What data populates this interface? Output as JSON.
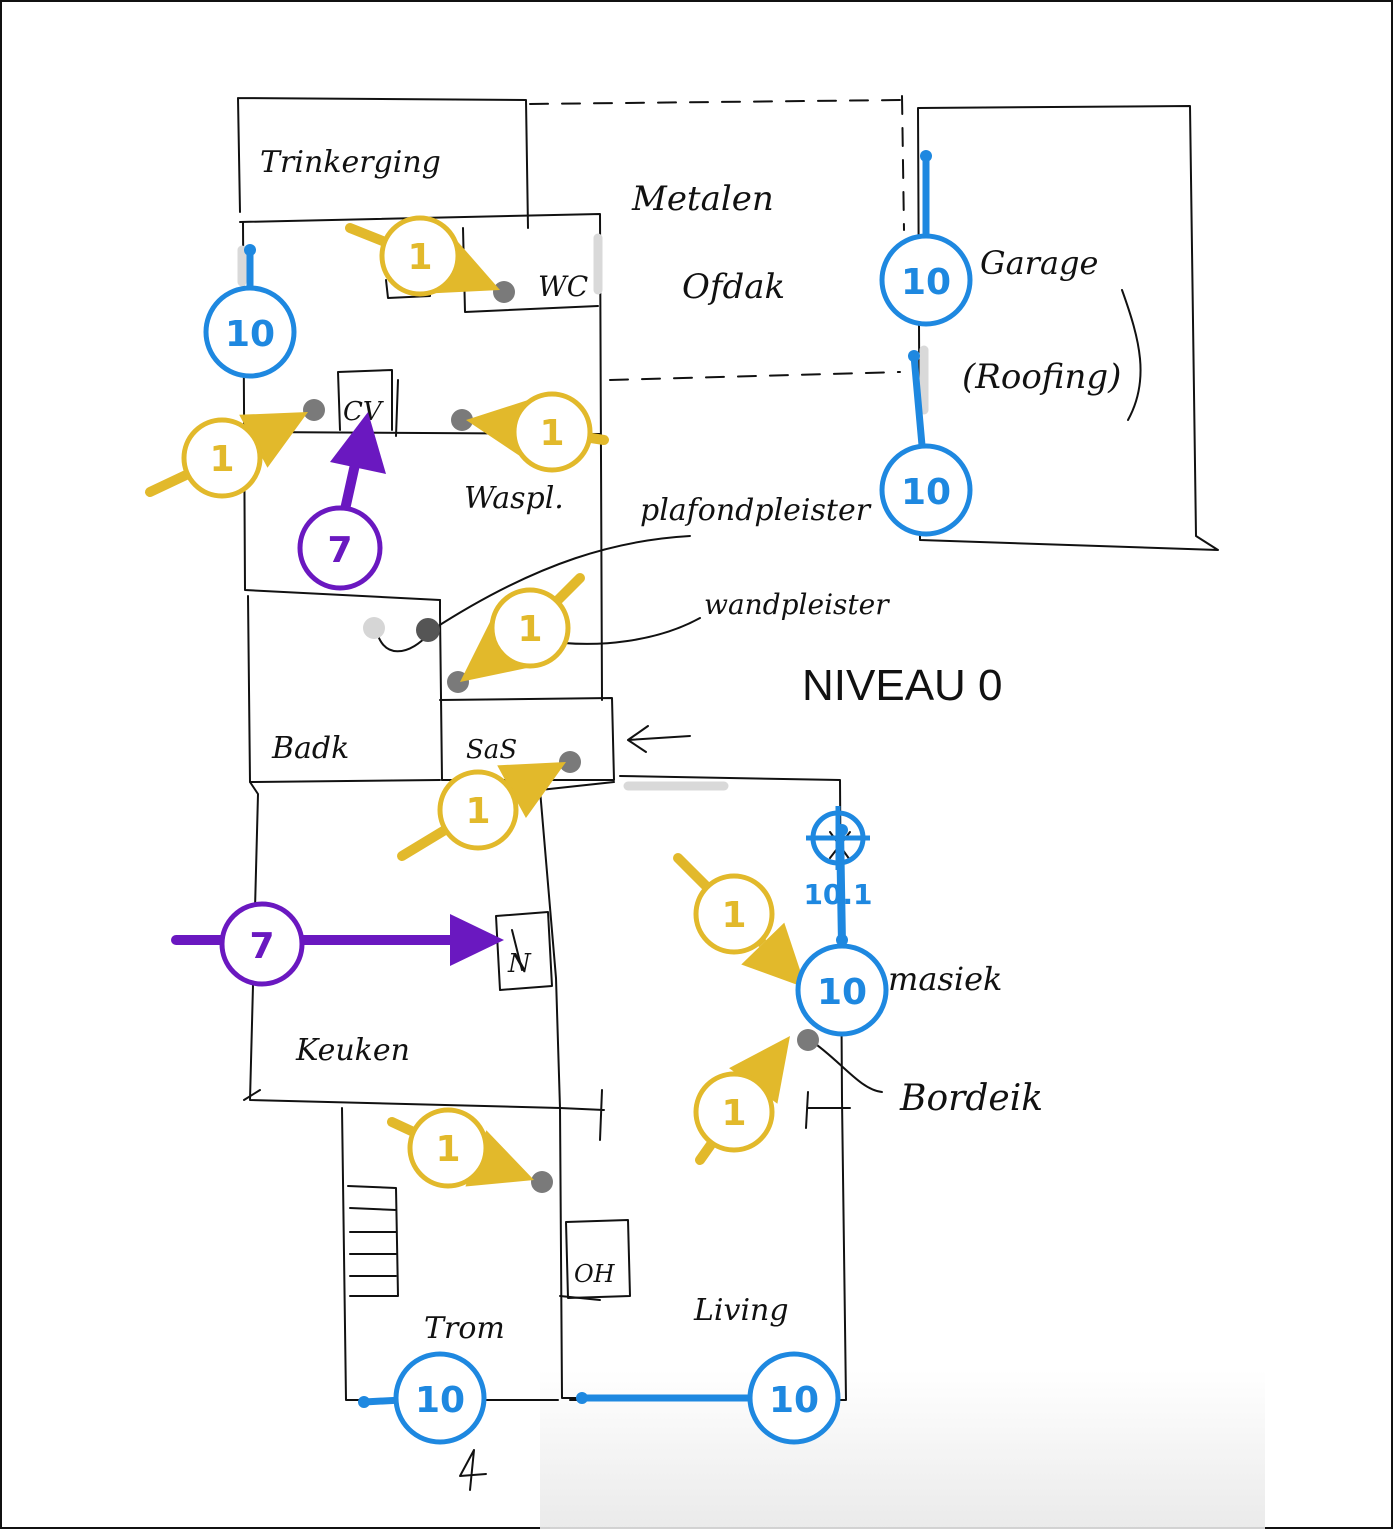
{
  "colors": {
    "sketch": "#111111",
    "yellow": "#E2B92B",
    "blue": "#1E88E0",
    "purple": "#6A18C0",
    "dot": "#7A7A7A"
  },
  "rooms": {
    "trinkerging": "Trinkerging",
    "wc": "WC",
    "cv": "CV",
    "waspl": "Waspl.",
    "metalen_ofdak": "Metalen\nOfdak",
    "garage": "Garage\n(Roofing)",
    "badk": "Badk",
    "sas": "SaS",
    "keuken": "Keuken",
    "living": "Living",
    "oh": "OH",
    "trap": "Trom"
  },
  "notes": {
    "plafondpleister": "plafondpleister",
    "wandpleister": "wandpleister",
    "niveau": "NIVEAU 0",
    "boiler": "masiek",
    "bordeik": "Bordeik",
    "n_box": "N"
  },
  "markers": {
    "one": "1",
    "seven": "7",
    "ten": "10",
    "ten_one": "10.1"
  }
}
